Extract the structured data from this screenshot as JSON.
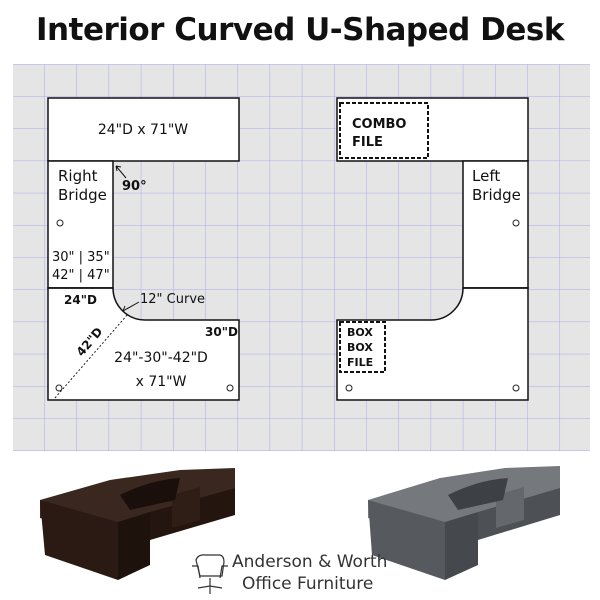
{
  "title": "Interior Curved U-Shaped Desk",
  "left_plan": {
    "top_piece": "24\"D x 71\"W",
    "bridge_label_1": "Right",
    "bridge_label_2": "Bridge",
    "angle": "90°",
    "bridge_sizes_1": "30\" | 35\"",
    "bridge_sizes_2": "42\" | 47\"",
    "depth_left": "24\"D",
    "curve": "12\" Curve",
    "diagonal": "42\"D",
    "depth_right": "30\"D",
    "bottom_piece_1": "24\"-30\"-42\"D",
    "bottom_piece_2": "x 71\"W"
  },
  "right_plan": {
    "combo_1": "COMBO",
    "combo_2": "FILE",
    "bridge_label_1": "Left",
    "bridge_label_2": "Bridge",
    "bbf_1": "BOX",
    "bbf_2": "BOX",
    "bbf_3": "FILE"
  },
  "brand": {
    "line1": "Anderson & Worth",
    "line2": "Office Furniture"
  },
  "colors": {
    "grid_bg": "#e5e5e5",
    "grid_line": "#a9a9f0",
    "desk_dark": "#2e1d16",
    "desk_gray": "#5e6165"
  }
}
